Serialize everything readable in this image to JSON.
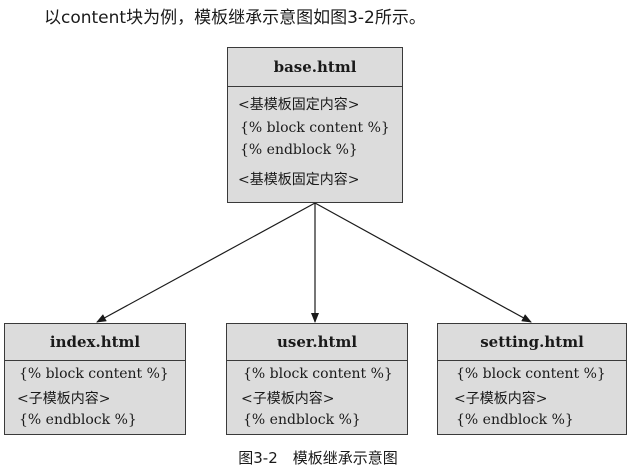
{
  "intro_text": "以content块为例，模板继承示意图如图3-2所示。",
  "base": {
    "title": "base.html",
    "lines": [
      "<基模板固定内容>",
      "{% block content %}",
      "{% endblock %}",
      "<基模板固定内容>"
    ]
  },
  "children": [
    {
      "title": "index.html",
      "lines": [
        "{% block content %}",
        "<子模板内容>",
        "{% endblock %}"
      ]
    },
    {
      "title": "user.html",
      "lines": [
        "{% block content %}",
        "<子模板内容>",
        "{% endblock %}"
      ]
    },
    {
      "title": "setting.html",
      "lines": [
        "{% block content %}",
        "<子模板内容>",
        "{% endblock %}"
      ]
    }
  ],
  "caption": "图3-2　模板继承示意图"
}
